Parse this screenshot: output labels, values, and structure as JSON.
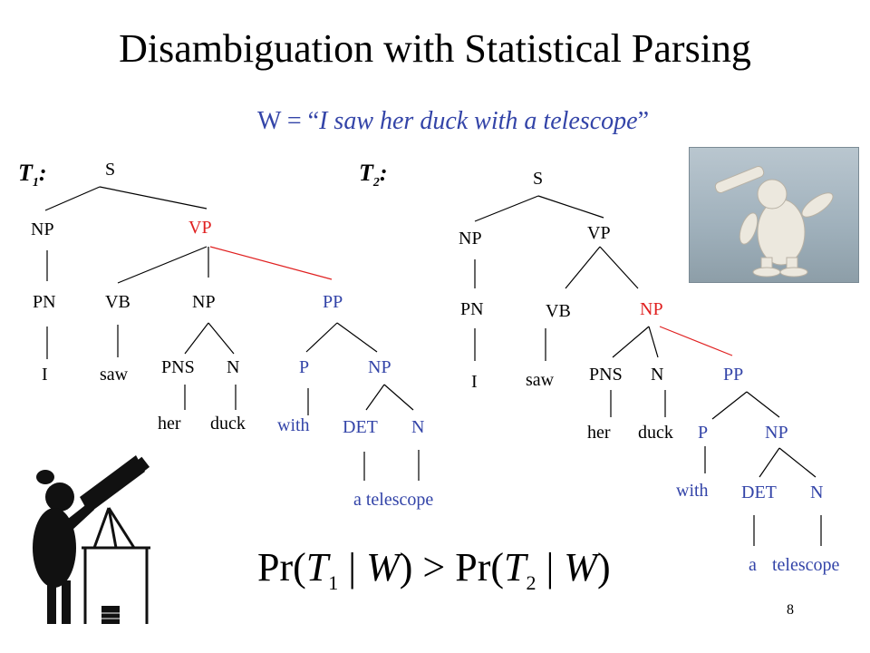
{
  "title": "Disambiguation with Statistical Parsing",
  "subtitle": {
    "prefix": "W = “",
    "sentence": "I saw her duck with a telescope",
    "suffix": "”"
  },
  "tree1": {
    "label": "T",
    "label_sub": "1",
    "label_suffix": ":",
    "nodes": {
      "s": "S",
      "np": "NP",
      "vp": "VP",
      "pn": "PN",
      "vb": "VB",
      "np2": "NP",
      "pp": "PP",
      "i": "I",
      "saw": "saw",
      "pns": "PNS",
      "n": "N",
      "p": "P",
      "np3": "NP",
      "her": "her",
      "duck": "duck",
      "with": "with",
      "det": "DET",
      "n2": "N",
      "phrase": "a telescope"
    }
  },
  "tree2": {
    "label": "T",
    "label_sub": "2",
    "label_suffix": ":",
    "nodes": {
      "s": "S",
      "np": "NP",
      "vp": "VP",
      "pn": "PN",
      "vb": "VB",
      "np2": "NP",
      "i": "I",
      "saw": "saw",
      "pns": "PNS",
      "n": "N",
      "pp": "PP",
      "her": "her",
      "duck": "duck",
      "p": "P",
      "np3": "NP",
      "with": "with",
      "det": "DET",
      "n2": "N",
      "a": "a",
      "telescope": "telescope"
    }
  },
  "formula": {
    "pr": "Pr",
    "t": "T",
    "sub1": "1",
    "sub2": "2",
    "w": "W",
    "gt": ">"
  },
  "page_number": "8",
  "colors": {
    "tree_line": "#000000",
    "highlight_red": "#e02020",
    "text_blue": "#3344a8"
  },
  "images": [
    "duck-with-telescope-photo",
    "girl-with-telescope-silhouette"
  ]
}
